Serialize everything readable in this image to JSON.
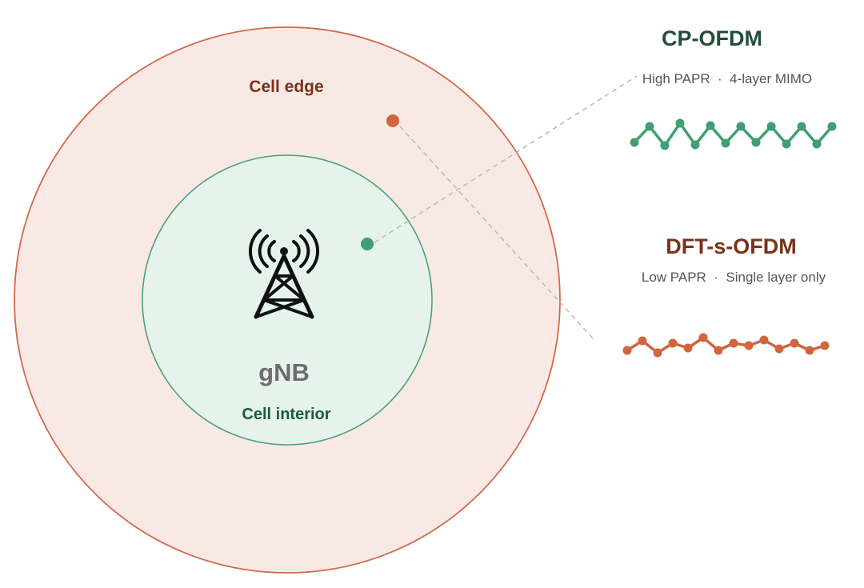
{
  "diagram": {
    "outer_cell_label": "Cell edge",
    "inner_cell_label": "Cell interior",
    "base_station_label": "gNB",
    "base_station_icon": "cell-tower-icon"
  },
  "waveforms": {
    "cp_ofdm": {
      "title": "CP-OFDM",
      "subtitle": "High PAPR  ·  4-layer MIMO"
    },
    "dft_s_ofdm": {
      "title": "DFT-s-OFDM",
      "subtitle": "Low PAPR  ·  Single layer only"
    }
  },
  "colors": {
    "outer_fill": "#f8e9e5",
    "outer_stroke": "#d06a4c",
    "inner_fill": "#e5f3ec",
    "inner_stroke": "#4ea07a",
    "green_accent": "#3f9f72",
    "orange_accent": "#cf6640",
    "cp_title": "#234d3a",
    "dft_title": "#7a3218",
    "edge_label": "#7a3218",
    "interior_label": "#1f5a3c",
    "gnb_label": "#6d6d6d",
    "subtitle": "#555555",
    "tower": "#111111",
    "dash": "#b8b8b8"
  }
}
